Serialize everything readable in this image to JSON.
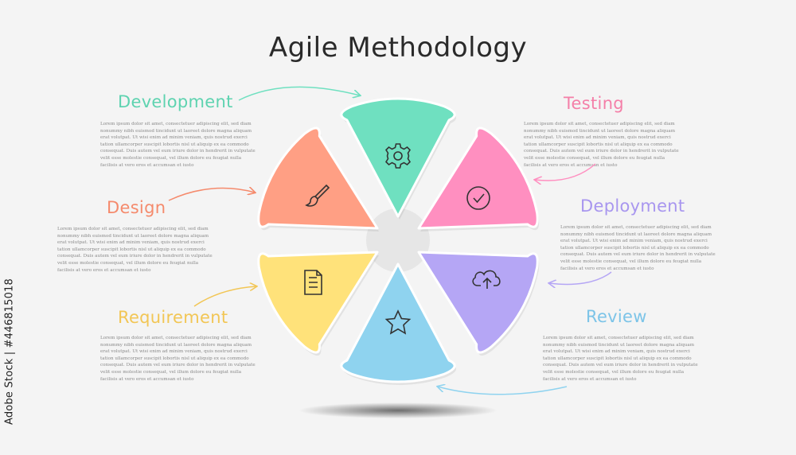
{
  "title": "Agile Methodology",
  "steps": [
    {
      "label": "Development",
      "icon": "gear-icon",
      "color": "#6fe0c0",
      "label_color": "#5ed3b0",
      "description": "Lorem ipsum dolor sit amet, consectetuer adipiscing elit, sed diam nonummy nibh euismod tincidunt ut laoreet dolore magna aliquam erat volutpat. Ut wisi enim ad minim veniam, quis nostrud exerci tation ullamcorper suscipit lobortis nisl ut aliquip ex ea commodo consequat. Duis autem vel eum iriure dolor in hendrerit in vulputate velit esse molestie consequat, vel illum dolore eu feugiat nulla facilisis at vero eros et accumsan et iusto"
    },
    {
      "label": "Testing",
      "icon": "check-circle-icon",
      "color": "#ff8fc0",
      "label_color": "#f47fa8",
      "description": "Lorem ipsum dolor sit amet, consectetuer adipiscing elit, sed diam nonummy nibh euismod tincidunt ut laoreet dolore magna aliquam erat volutpat. Ut wisi enim ad minim veniam, quis nostrud exerci tation ullamcorper suscipit lobortis nisl ut aliquip ex ea commodo consequat. Duis autem vel eum iriure dolor in hendrerit in vulputate velit esse molestie consequat, vel illum dolore eu feugiat nulla facilisis at vero eros et accumsan et iusto"
    },
    {
      "label": "Deployment",
      "icon": "cloud-upload-icon",
      "color": "#b5a6f5",
      "label_color": "#a896ef",
      "description": "Lorem ipsum dolor sit amet, consectetuer adipiscing elit, sed diam nonummy nibh euismod tincidunt ut laoreet dolore magna aliquam erat volutpat. Ut wisi enim ad minim veniam, quis nostrud exerci tation ullamcorper suscipit lobortis nisl ut aliquip ex ea commodo consequat. Duis autem vel eum iriure dolor in hendrerit in vulputate velit esse molestie consequat, vel illum dolore eu feugiat nulla facilisis at vero eros et accumsan et iusto"
    },
    {
      "label": "Review",
      "icon": "star-icon",
      "color": "#8fd3ef",
      "label_color": "#7cc4e8",
      "description": "Lorem ipsum dolor sit amet, consectetuer adipiscing elit, sed diam nonummy nibh euismod tincidunt ut laoreet dolore magna aliquam erat volutpat. Ut wisi enim ad minim veniam, quis nostrud exerci tation ullamcorper suscipit lobortis nisl ut aliquip ex ea commodo consequat. Duis autem vel eum iriure dolor in hendrerit in vulputate velit esse molestie consequat, vel illum dolore eu feugiat nulla facilisis at vero eros et accumsan et iusto"
    },
    {
      "label": "Requirement",
      "icon": "document-icon",
      "color": "#ffe27a",
      "label_color": "#f2c655",
      "description": "Lorem ipsum dolor sit amet, consectetuer adipiscing elit, sed diam nonummy nibh euismod tincidunt ut laoreet dolore magna aliquam erat volutpat. Ut wisi enim ad minim veniam, quis nostrud exerci tation ullamcorper suscipit lobortis nisl ut aliquip ex ea commodo consequat. Duis autem vel eum iriure dolor in hendrerit in vulputate velit esse molestie consequat, vel illum dolore eu feugiat nulla facilisis at vero eros et accumsan et iusto"
    },
    {
      "label": "Design",
      "icon": "brush-icon",
      "color": "#ff9f84",
      "label_color": "#f58a6c",
      "description": "Lorem ipsum dolor sit amet, consectetuer adipiscing elit, sed diam nonummy nibh euismod tincidunt ut laoreet dolore magna aliquam erat volutpat. Ut wisi enim ad minim veniam, quis nostrud exerci tation ullamcorper suscipit lobortis nisl ut aliquip ex ea commodo consequat. Duis autem vel eum iriure dolor in hendrerit in vulputate velit esse molestie consequat, vel illum dolore eu feugiat nulla facilisis at vero eros et accumsan et iusto"
    }
  ],
  "watermark": "Adobe Stock | #446815018"
}
